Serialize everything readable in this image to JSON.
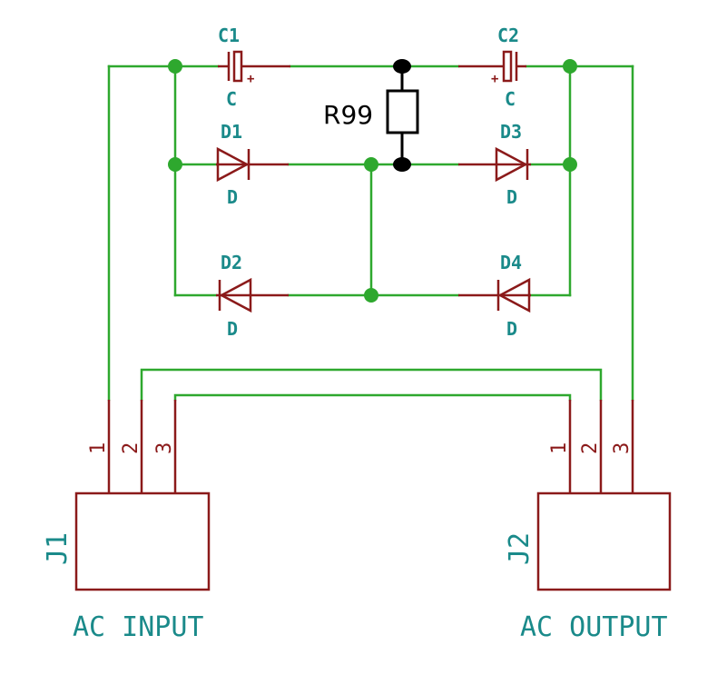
{
  "components": {
    "c1": {
      "ref": "C1",
      "value": "C",
      "plus": "+"
    },
    "c2": {
      "ref": "C2",
      "value": "C",
      "plus": "+"
    },
    "r99": {
      "ref": "R99"
    },
    "d1": {
      "ref": "D1",
      "value": "D"
    },
    "d2": {
      "ref": "D2",
      "value": "D"
    },
    "d3": {
      "ref": "D3",
      "value": "D"
    },
    "d4": {
      "ref": "D4",
      "value": "D"
    },
    "j1": {
      "ref": "J1",
      "label": "AC INPUT",
      "pins": [
        "1",
        "2",
        "3"
      ]
    },
    "j2": {
      "ref": "J2",
      "label": "AC OUTPUT",
      "pins": [
        "1",
        "2",
        "3"
      ]
    }
  },
  "colors": {
    "wire": "#2ea82e",
    "component": "#8b1a1a",
    "label": "#1a8a8a",
    "resistor": "#000000"
  }
}
